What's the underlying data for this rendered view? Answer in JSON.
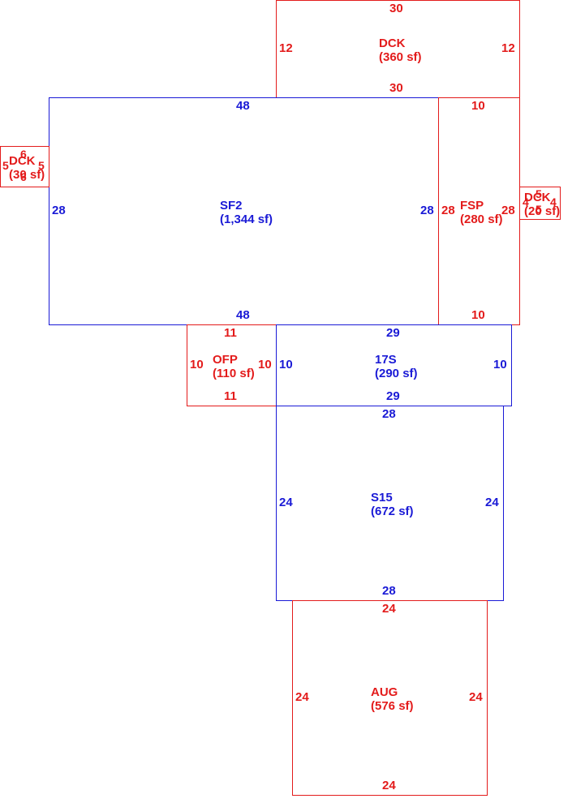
{
  "colors": {
    "red": "#e31b1b",
    "blue": "#1a1ad6"
  },
  "sections": [
    {
      "code": "DCK",
      "area": "(360 sf)",
      "color": "red",
      "dims": {
        "top": "30",
        "bottom": "30",
        "left": "12",
        "right": "12"
      }
    },
    {
      "code": "SF2",
      "area": "(1,344 sf)",
      "color": "blue",
      "dims": {
        "top": "48",
        "bottom": "48",
        "left": "28",
        "right": "28"
      }
    },
    {
      "code": "FSP",
      "area": "(280 sf)",
      "color": "red",
      "dims": {
        "top": "10",
        "bottom": "10",
        "left": "28",
        "right": "28"
      }
    },
    {
      "code": "DCK",
      "area": "(30 sf)",
      "color": "red",
      "dims": {
        "top": "6",
        "bottom": "6",
        "left": "5",
        "right": "5"
      }
    },
    {
      "code": "DCK",
      "area": "(20 sf)",
      "color": "red",
      "dims": {
        "top": "5",
        "bottom": "5",
        "left": "4",
        "right": "4"
      }
    },
    {
      "code": "OFP",
      "area": "(110 sf)",
      "color": "red",
      "dims": {
        "top": "11",
        "bottom": "11",
        "left": "10",
        "right": "10"
      }
    },
    {
      "code": "17S",
      "area": "(290 sf)",
      "color": "blue",
      "dims": {
        "top": "29",
        "bottom": "29",
        "left": "10",
        "right": "10"
      }
    },
    {
      "code": "S15",
      "area": "(672 sf)",
      "color": "blue",
      "dims": {
        "top": "28",
        "bottom": "28",
        "left": "24",
        "right": "24"
      }
    },
    {
      "code": "AUG",
      "area": "(576 sf)",
      "color": "red",
      "dims": {
        "top": "24",
        "bottom": "24",
        "left": "24",
        "right": "24"
      }
    }
  ]
}
